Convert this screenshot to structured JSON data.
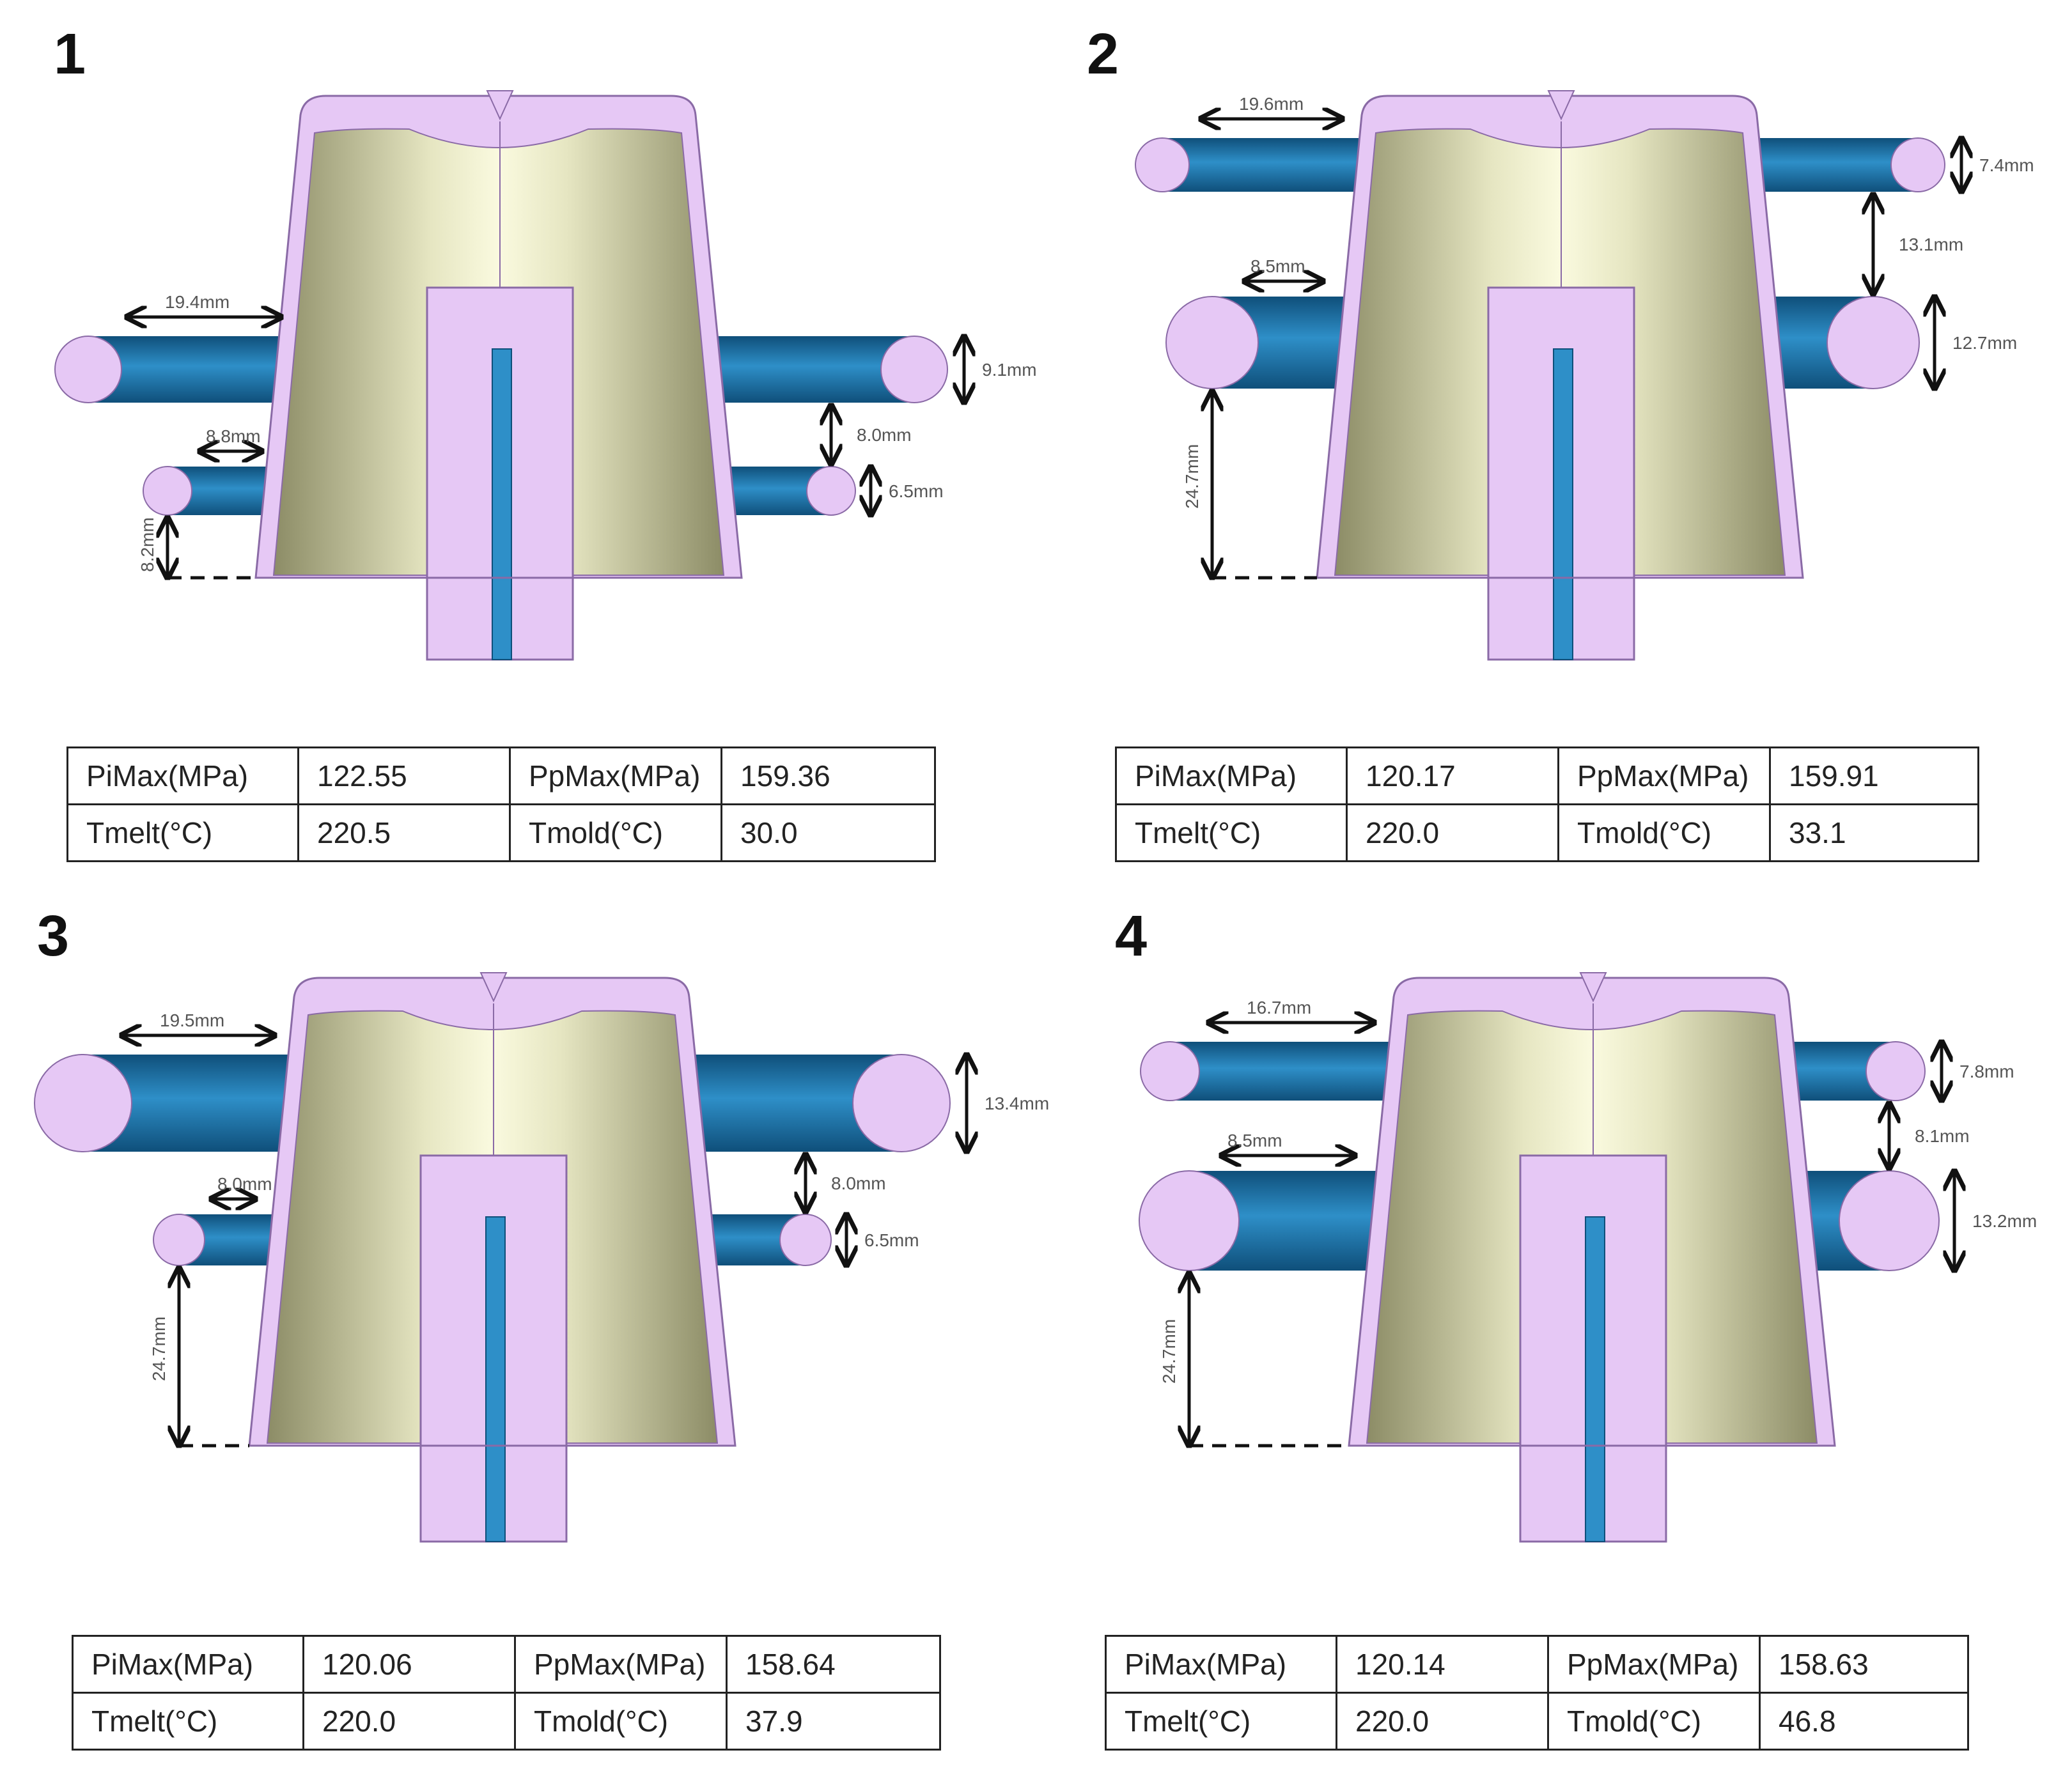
{
  "colors": {
    "mold": "#e6c8f5",
    "mold_outline": "#8a6aa6",
    "channel_dark": "#0f4f7a",
    "channel_light": "#2e8fc8",
    "product_center": "#fafadf",
    "product_edge": "#8c8c66",
    "arrow": "#111111"
  },
  "param_labels": {
    "pimax": "PiMax(MPa)",
    "ppmax": "PpMax(MPa)",
    "tmelt": "Tmelt(°C)",
    "tmold": "Tmold(°C)"
  },
  "panels": [
    {
      "number": "1",
      "dims": {
        "top_gap": "19.4mm",
        "low_gap": "8.8mm",
        "top_dia": "9.1mm",
        "pitch": "8.0mm",
        "low_dia": "6.5mm",
        "bottom": "8.2mm"
      },
      "params": {
        "pimax": "122.55",
        "ppmax": "159.36",
        "tmelt": "220.5",
        "tmold": "30.0"
      }
    },
    {
      "number": "2",
      "dims": {
        "top_gap": "19.6mm",
        "low_gap": "8.5mm",
        "top_dia": "7.4mm",
        "pitch": "13.1mm",
        "low_dia": "12.7mm",
        "bottom": "24.7mm"
      },
      "params": {
        "pimax": "120.17",
        "ppmax": "159.91",
        "tmelt": "220.0",
        "tmold": "33.1"
      }
    },
    {
      "number": "3",
      "dims": {
        "top_gap": "19.5mm",
        "low_gap": "8.0mm",
        "top_dia": "13.4mm",
        "pitch": "8.0mm",
        "low_dia": "6.5mm",
        "bottom": "24.7mm"
      },
      "params": {
        "pimax": "120.06",
        "ppmax": "158.64",
        "tmelt": "220.0",
        "tmold": "37.9"
      }
    },
    {
      "number": "4",
      "dims": {
        "top_gap": "16.7mm",
        "low_gap": "8.5mm",
        "top_dia": "7.8mm",
        "pitch": "8.1mm",
        "low_dia": "13.2mm",
        "bottom": "24.7mm"
      },
      "params": {
        "pimax": "120.14",
        "ppmax": "158.63",
        "tmelt": "220.0",
        "tmold": "46.8"
      }
    }
  ]
}
